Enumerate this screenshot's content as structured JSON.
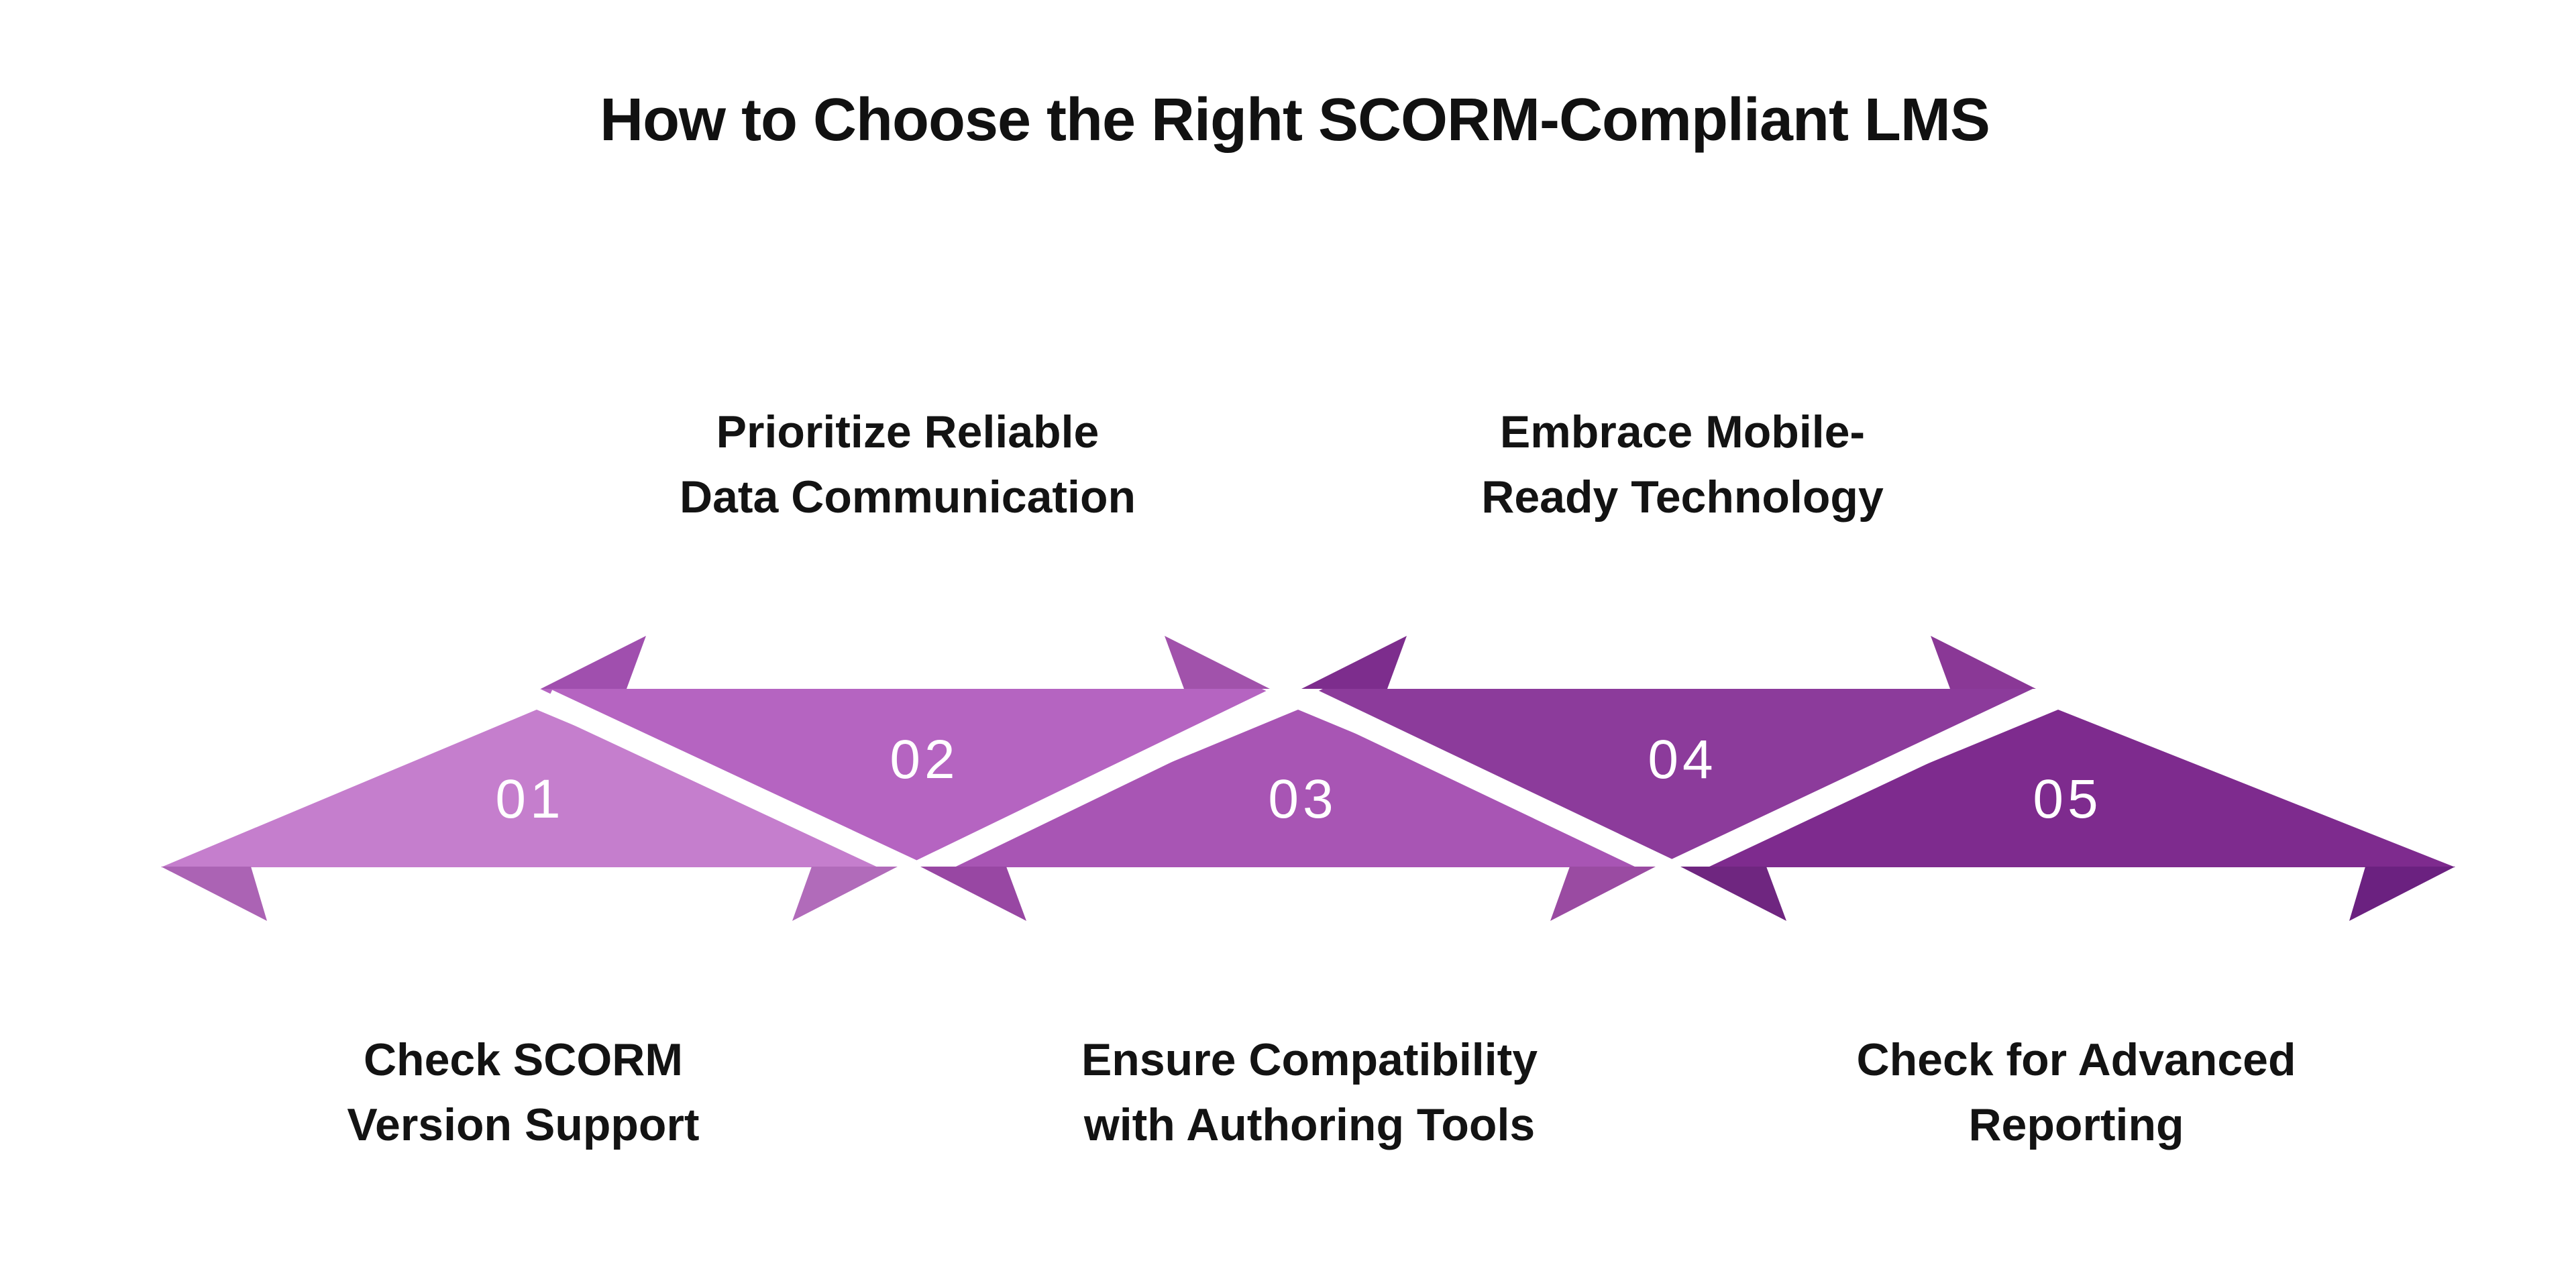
{
  "title": "How to Choose the Right SCORM-Compliant LMS",
  "steps": [
    {
      "number": "01",
      "label": [
        "Check SCORM",
        "Version Support"
      ],
      "label_position": "below",
      "color": "#c57ecd"
    },
    {
      "number": "02",
      "label": [
        "Prioritize Reliable",
        "Data Communication"
      ],
      "label_position": "above",
      "color": "#b564c1"
    },
    {
      "number": "03",
      "label": [
        "Ensure Compatibility",
        "with Authoring Tools"
      ],
      "label_position": "below",
      "color": "#a855b4"
    },
    {
      "number": "04",
      "label": [
        "Embrace Mobile-",
        "Ready Technology"
      ],
      "label_position": "above",
      "color": "#8c3b9b"
    },
    {
      "number": "05",
      "label": [
        "Check for Advanced",
        "Reporting"
      ],
      "label_position": "below",
      "color": "#7e2b8e"
    }
  ],
  "ribbon": {
    "segments": [
      "#c57ecd",
      "#b564c1",
      "#a855b4",
      "#8c3b9b",
      "#7e2b8e"
    ],
    "folds": {
      "left_end": "#ab63b4",
      "j1_top": "#a04fae",
      "j2_bottom_left": "#b16bba",
      "j2_bottom_right": "#9847a3",
      "j3_top_left": "#a152ab",
      "j3_top_right": "#7d2d8d",
      "j4_bottom_left": "#9a4ba2",
      "j4_bottom_right": "#6f2680",
      "j5_top": "#8a3896",
      "right_end": "#6b2180"
    },
    "gap_color": "#ffffff",
    "number_color": "#ffffff",
    "text_color": "#131313",
    "background": "#ffffff"
  }
}
